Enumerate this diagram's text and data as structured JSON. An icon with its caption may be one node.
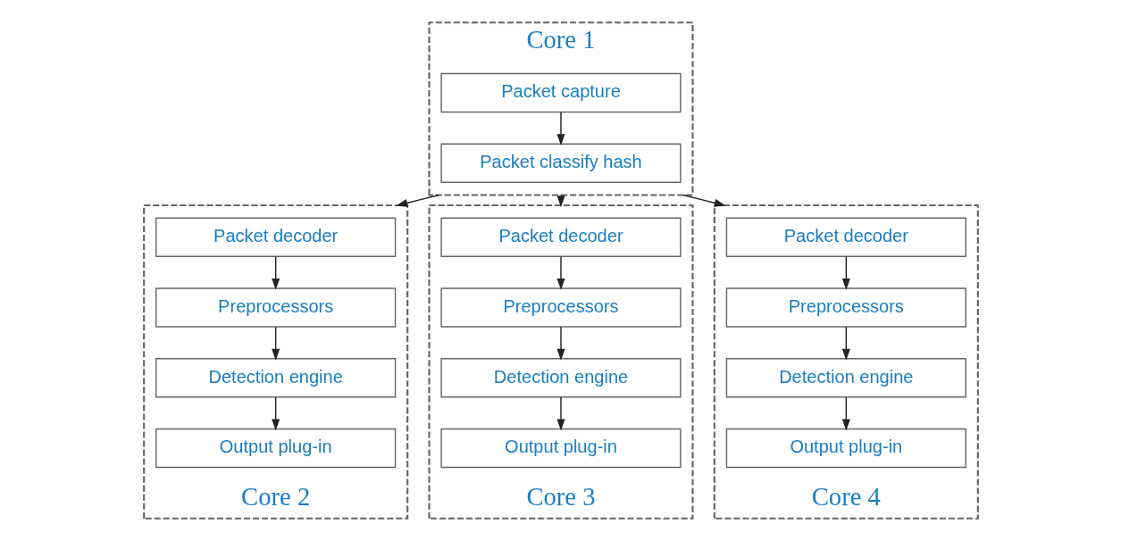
{
  "diagram": {
    "nodes": [
      {
        "text": [
          "Core 1"
        ]
      },
      {
        "text": [
          "Packet capture"
        ],
        "in": 0
      },
      {
        "text": [
          "Packet classify hash"
        ],
        "in": 0
      },
      {
        "text": [
          "Core 2"
        ]
      },
      {
        "text": [
          "Packet decoder"
        ],
        "in": 3
      },
      {
        "text": [
          "Preprocessors"
        ],
        "in": 3
      },
      {
        "text": [
          "Detection engine"
        ],
        "in": 3
      },
      {
        "text": [
          "Output plug-in"
        ],
        "in": 3
      },
      {
        "text": [
          "Core 3"
        ]
      },
      {
        "text": [
          "Packet decoder"
        ],
        "in": 8
      },
      {
        "text": [
          "Preprocessors"
        ],
        "in": 8
      },
      {
        "text": [
          "Detection engine"
        ],
        "in": 8
      },
      {
        "text": [
          "Output plug-in"
        ],
        "in": 8
      },
      {
        "text": [
          "Core 4"
        ]
      },
      {
        "text": [
          "Packet decoder"
        ],
        "in": 13
      },
      {
        "text": [
          "Preprocessors"
        ],
        "in": 13
      },
      {
        "text": [
          "Detection engine"
        ],
        "in": 13
      },
      {
        "text": [
          "Output plug-in"
        ],
        "in": 13
      }
    ],
    "edges": [
      {
        "from": 1,
        "to": 2,
        "arrow": "to"
      },
      {
        "from": 0,
        "to": 3,
        "arrow": "to"
      },
      {
        "from": 0,
        "to": 8,
        "arrow": "to"
      },
      {
        "from": 0,
        "to": 13,
        "arrow": "to"
      },
      {
        "from": 4,
        "to": 5,
        "arrow": "to"
      },
      {
        "from": 5,
        "to": 6,
        "arrow": "to"
      },
      {
        "from": 6,
        "to": 7,
        "arrow": "to"
      },
      {
        "from": 9,
        "to": 10,
        "arrow": "to"
      },
      {
        "from": 10,
        "to": 11,
        "arrow": "to"
      },
      {
        "from": 11,
        "to": 12,
        "arrow": "to"
      },
      {
        "from": 14,
        "to": 15,
        "arrow": "to"
      },
      {
        "from": 15,
        "to": 16,
        "arrow": "to"
      },
      {
        "from": 16,
        "to": 17,
        "arrow": "to"
      }
    ]
  }
}
